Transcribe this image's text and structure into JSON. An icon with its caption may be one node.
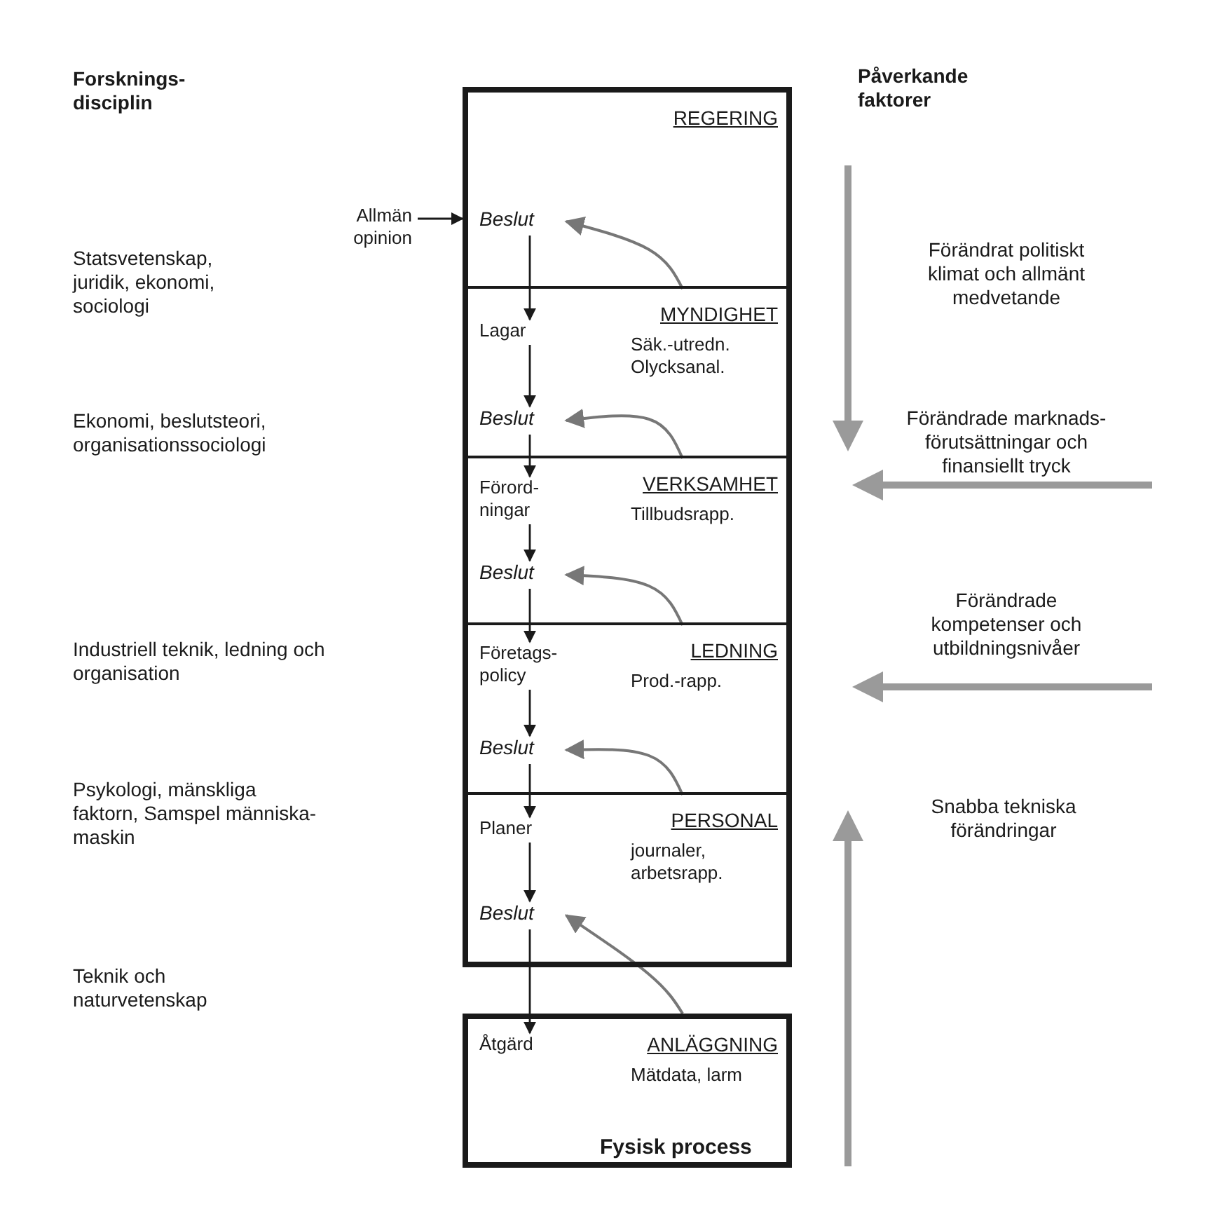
{
  "diagram": {
    "nodes": [
      {
        "text": [
          "REGERING"
        ]
      },
      {
        "text": [
          "Beslut"
        ],
        "in": 0
      },
      {
        "text": [
          "MYNDIGHET",
          "Säk.-utredn. Olycksanal."
        ]
      },
      {
        "text": [
          "Lagar"
        ],
        "in": 2
      },
      {
        "text": [
          "Beslut"
        ],
        "in": 2
      },
      {
        "text": [
          "VERKSAMHET",
          "Tillbudsrapp."
        ]
      },
      {
        "text": [
          "Förord- ningar"
        ],
        "in": 5
      },
      {
        "text": [
          "Beslut"
        ],
        "in": 5
      },
      {
        "text": [
          "LEDNING",
          "Prod.-rapp."
        ]
      },
      {
        "text": [
          "Företags- policy"
        ],
        "in": 8
      },
      {
        "text": [
          "Beslut"
        ],
        "in": 8
      },
      {
        "text": [
          "PERSONAL",
          "journaler, arbetsrapp."
        ]
      },
      {
        "text": [
          "Planer"
        ],
        "in": 11
      },
      {
        "text": [
          "Beslut"
        ],
        "in": 11
      },
      {
        "text": [
          "ANLÄGGNING",
          "Mätdata, larm",
          "Fysisk process"
        ]
      },
      {
        "text": [
          "Åtgärd"
        ],
        "in": 14
      },
      {
        "text": [
          "Allmän opinion"
        ]
      }
    ],
    "edges": [
      {
        "from": 16,
        "to": 0,
        "arrow": "to"
      },
      {
        "from": 1,
        "to": 3,
        "arrow": "to"
      },
      {
        "from": 3,
        "to": 4,
        "arrow": "to"
      },
      {
        "from": 4,
        "to": 6,
        "arrow": "to"
      },
      {
        "from": 6,
        "to": 7,
        "arrow": "to"
      },
      {
        "from": 7,
        "to": 9,
        "arrow": "to"
      },
      {
        "from": 9,
        "to": 10,
        "arrow": "to"
      },
      {
        "from": 10,
        "to": 12,
        "arrow": "to"
      },
      {
        "from": 12,
        "to": 13,
        "arrow": "to"
      },
      {
        "from": 13,
        "to": 15,
        "arrow": "to"
      },
      {
        "from": 2,
        "to": 1,
        "arrow": "to",
        "color": "#777777"
      },
      {
        "from": 5,
        "to": 4,
        "arrow": "to",
        "color": "#777777"
      },
      {
        "from": 8,
        "to": 7,
        "arrow": "to",
        "color": "#777777"
      },
      {
        "from": 11,
        "to": 10,
        "arrow": "to",
        "color": "#777777"
      },
      {
        "from": 14,
        "to": 13,
        "arrow": "to",
        "color": "#777777"
      }
    ],
    "labels": [
      "Forsknings- disciplin",
      "Statsvetenskap, juridik, ekonomi, sociologi",
      "Ekonomi, beslutsteori, organisationssociologi",
      "Industriell teknik, ledning och organisation",
      "Psykologi, mänskliga faktorn, Samspel människa-maskin",
      "Teknik och naturvetenskap",
      "Påverkande faktorer",
      "Förändrat politiskt klimat och allmänt medvetande",
      "Förändrade marknads- förutsättningar och finansiellt tryck",
      "Förändrade kompetenser och utbildningsnivåer",
      "Snabba tekniska förändringar"
    ]
  }
}
